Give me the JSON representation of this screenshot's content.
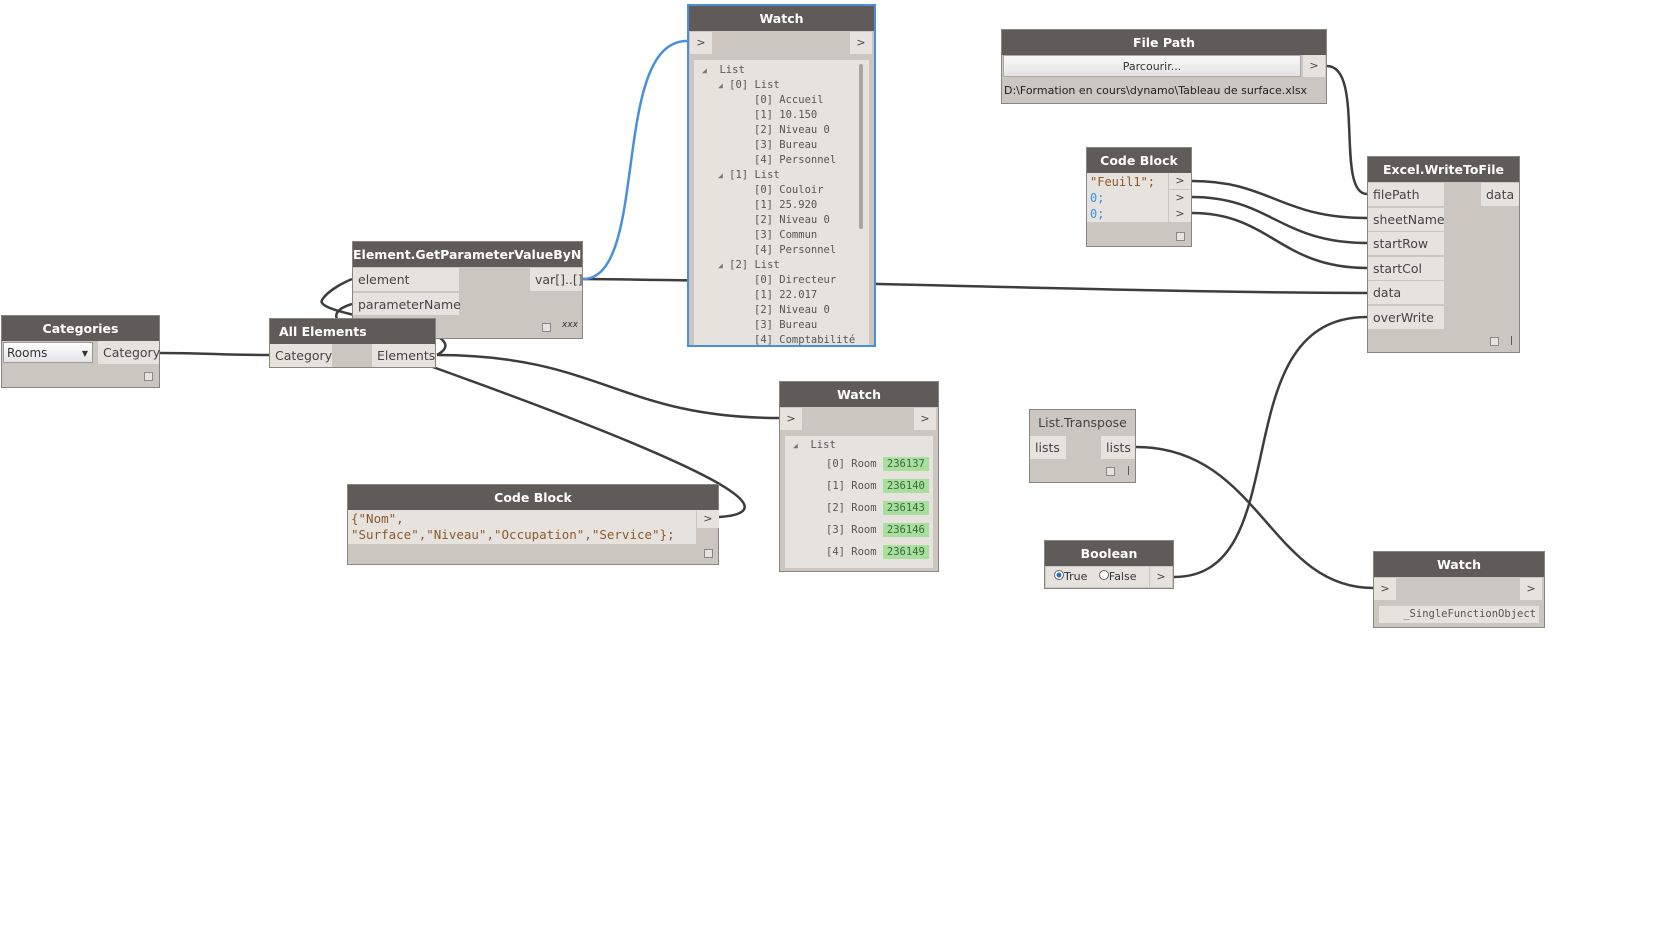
{
  "nodes": {
    "categories": {
      "title": "Categories",
      "dropdown": "Rooms",
      "output": "Category"
    },
    "all_elements": {
      "title": "All Elements",
      "input": "Category",
      "output": "Elements"
    },
    "get_param": {
      "title": "Element.GetParameterValueByName",
      "inputs": [
        "element",
        "parameterName"
      ],
      "output": "var[]..[]",
      "lacing": "xxx"
    },
    "watch1": {
      "title": "Watch",
      "in": ">",
      "out": ">",
      "root": "List",
      "items": [
        {
          "label": "[0] List",
          "children": [
            "[0] Accueil",
            "[1] 10.150",
            "[2] Niveau 0",
            "[3] Bureau",
            "[4] Personnel"
          ]
        },
        {
          "label": "[1] List",
          "children": [
            "[0] Couloir",
            "[1] 25.920",
            "[2] Niveau 0",
            "[3] Commun",
            "[4] Personnel"
          ]
        },
        {
          "label": "[2] List",
          "children": [
            "[0] Directeur",
            "[1] 22.017",
            "[2] Niveau 0",
            "[3] Bureau",
            "[4] Comptabilité"
          ]
        }
      ]
    },
    "file_path": {
      "title": "File Path",
      "button": "Parcourir...",
      "out": ">",
      "path": "D:\\Formation en cours\\dynamo\\Tableau de surface.xlsx"
    },
    "code_small": {
      "title": "Code Block",
      "lines": [
        "\"Feuil1\";",
        "0;",
        "0;"
      ],
      "out": ">"
    },
    "excel": {
      "title": "Excel.WriteToFile",
      "inputs": [
        "filePath",
        "sheetName",
        "startRow",
        "startCol",
        "data",
        "overWrite"
      ],
      "output": "data",
      "lacing": "|"
    },
    "watch2": {
      "title": "Watch",
      "in": ">",
      "out": ">",
      "root": "List",
      "items": [
        {
          "idx": "[0] Room",
          "id": "236137"
        },
        {
          "idx": "[1] Room",
          "id": "236140"
        },
        {
          "idx": "[2] Room",
          "id": "236143"
        },
        {
          "idx": "[3] Room",
          "id": "236146"
        },
        {
          "idx": "[4] Room",
          "id": "236149"
        }
      ]
    },
    "code_big": {
      "title": "Code Block",
      "line1": "{\"Nom\",",
      "line2": "\"Surface\",\"Niveau\",\"Occupation\",\"Service\"};",
      "out": ">"
    },
    "transpose": {
      "title": "List.Transpose",
      "input": "lists",
      "output": "lists",
      "lacing": "|"
    },
    "boolean": {
      "title": "Boolean",
      "true_label": "True",
      "false_label": "False",
      "value": true,
      "out": ">"
    },
    "watch3": {
      "title": "Watch",
      "in": ">",
      "out": ">",
      "value": "_SingleFunctionObject"
    }
  },
  "colors": {
    "wire": "#3d3d3d",
    "selected_wire": "#4a90d9",
    "header": "#5e5b58",
    "body": "#cbc6bf",
    "highlight": "#a8df9f"
  }
}
